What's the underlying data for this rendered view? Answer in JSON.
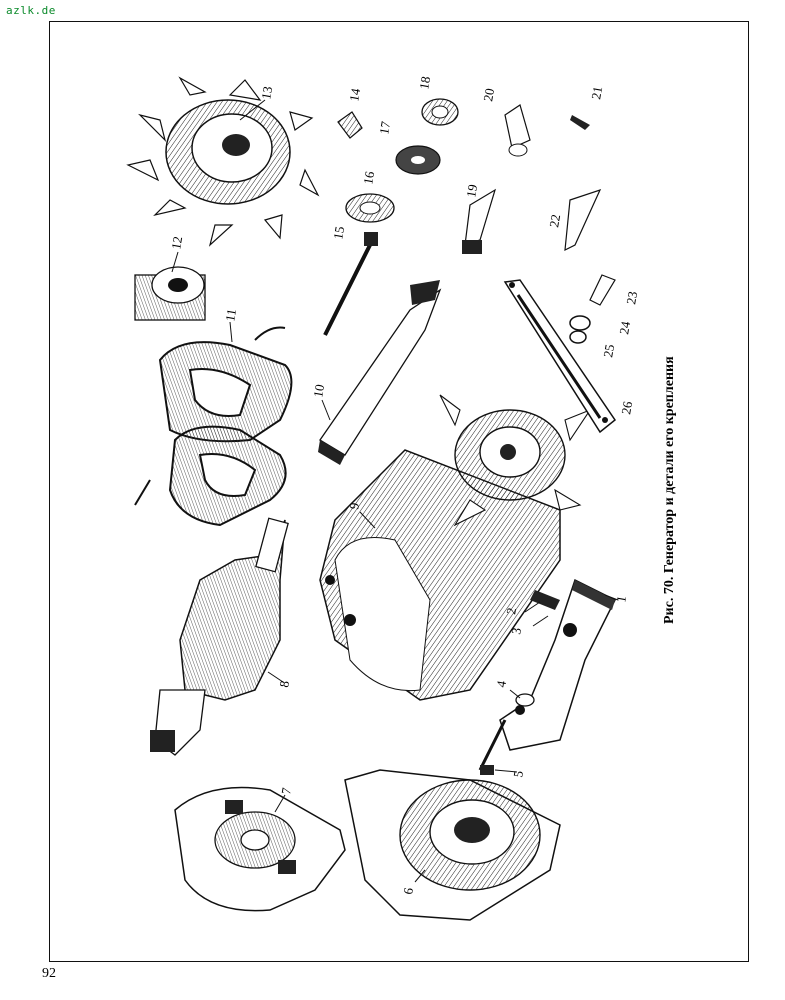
{
  "watermark": "azlk.de",
  "page_number": "92",
  "caption": "Рис. 70. Генератор и детали его крепления",
  "parts": {
    "p1": "1",
    "p2": "2",
    "p3": "3",
    "p4": "4",
    "p5": "5",
    "p6": "6",
    "p7": "7",
    "p8": "8",
    "p9": "9",
    "p10": "10",
    "p11": "11",
    "p12": "12",
    "p13": "13",
    "p14": "14",
    "p15": "15",
    "p16": "16",
    "p17": "17",
    "p18": "18",
    "p19": "19",
    "p20": "20",
    "p21": "21",
    "p22": "22",
    "p23": "23",
    "p24": "24",
    "p25": "25",
    "p26": "26"
  }
}
